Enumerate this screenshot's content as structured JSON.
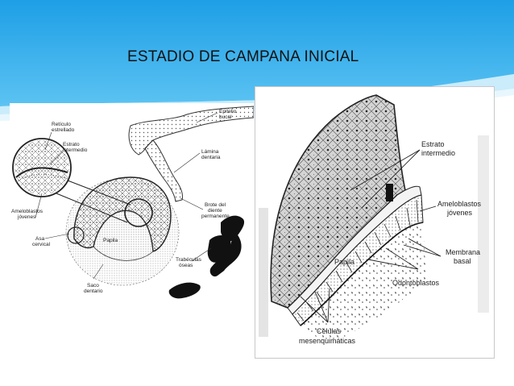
{
  "slide": {
    "title": "ESTADIO DE CAMPANA INICIAL",
    "accent_color": "#2aa8e8"
  },
  "left_figure": {
    "labels": {
      "reticulo_1": "Retículo",
      "reticulo_2": "estrellado",
      "estrato_1": "Estrato",
      "estrato_2": "intermedio",
      "epitelio_1": "Epitelio",
      "epitelio_2": "bucal",
      "lamina_1": "Lámina",
      "lamina_2": "dentaria",
      "ameloblastos_1": "Ameloblastos",
      "ameloblastos_2": "jóvenes",
      "brote_1": "Brote del",
      "brote_2": "diente",
      "brote_3": "permanente",
      "asa_1": "Asa",
      "asa_2": "cervical",
      "papila": "Papila",
      "trabeculas_1": "Trabéculas",
      "trabeculas_2": "óseas",
      "saco_1": "Saco",
      "saco_2": "dentario"
    }
  },
  "right_figure": {
    "labels": {
      "estrato_1": "Estrato",
      "estrato_2": "intermedio",
      "ameloblastos_1": "Ameloblastos",
      "ameloblastos_2": "jóvenes",
      "membrana_1": "Membrana",
      "membrana_2": "basal",
      "papila": "Papila",
      "odontoblastos": "Odontoblastos",
      "celulas_1": "Células",
      "celulas_2": "mesenquimáticas"
    }
  }
}
